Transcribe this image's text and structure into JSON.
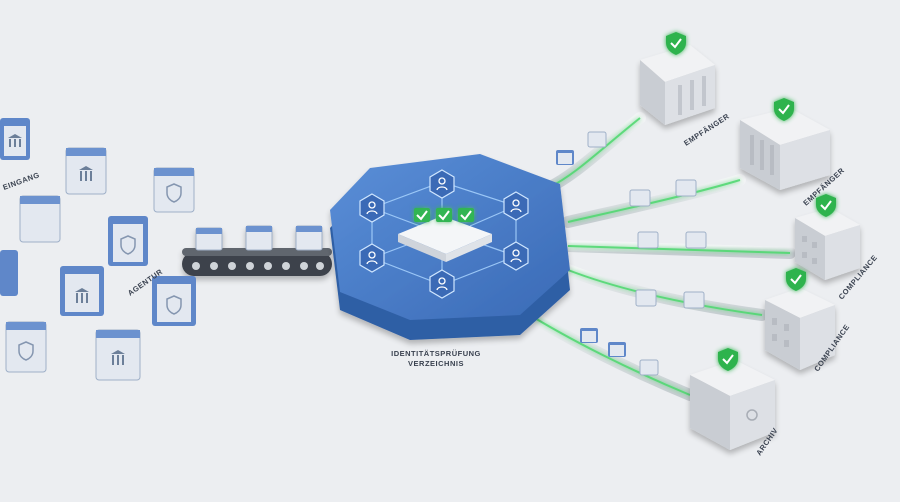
{
  "colors": {
    "background": "#eceef1",
    "folder_blue": "#5f87c9",
    "folder_light": "#e3e8f0",
    "hub_blue": "#4277c4",
    "hub_dark": "#2f5ea5",
    "glow_green": "#35c45a",
    "building_gray": "#d9dce1"
  },
  "source_labels": {
    "eingang": "EINGANG",
    "agentur": "AGENTUR"
  },
  "hub": {
    "line1": "IDENTITÄTSPRÜFUNG",
    "line2": "VERZEICHNIS",
    "checks_count": 3
  },
  "destinations": [
    {
      "label": "EMPFÄNGER",
      "icon": "shield-check-icon"
    },
    {
      "label": "EMPFÄNGER",
      "icon": "shield-check-icon"
    },
    {
      "label": "COMPLIANCE",
      "icon": "shield-check-icon"
    },
    {
      "label": "COMPLIANCE",
      "icon": "shield-check-icon"
    },
    {
      "label": "ARCHIV",
      "icon": "shield-check-icon"
    }
  ],
  "icons": {
    "folder": "folder-icon",
    "shield": "shield-icon",
    "bank": "bank-icon",
    "user": "user-icon",
    "check": "check-icon",
    "conveyor": "conveyor-belt-icon"
  }
}
